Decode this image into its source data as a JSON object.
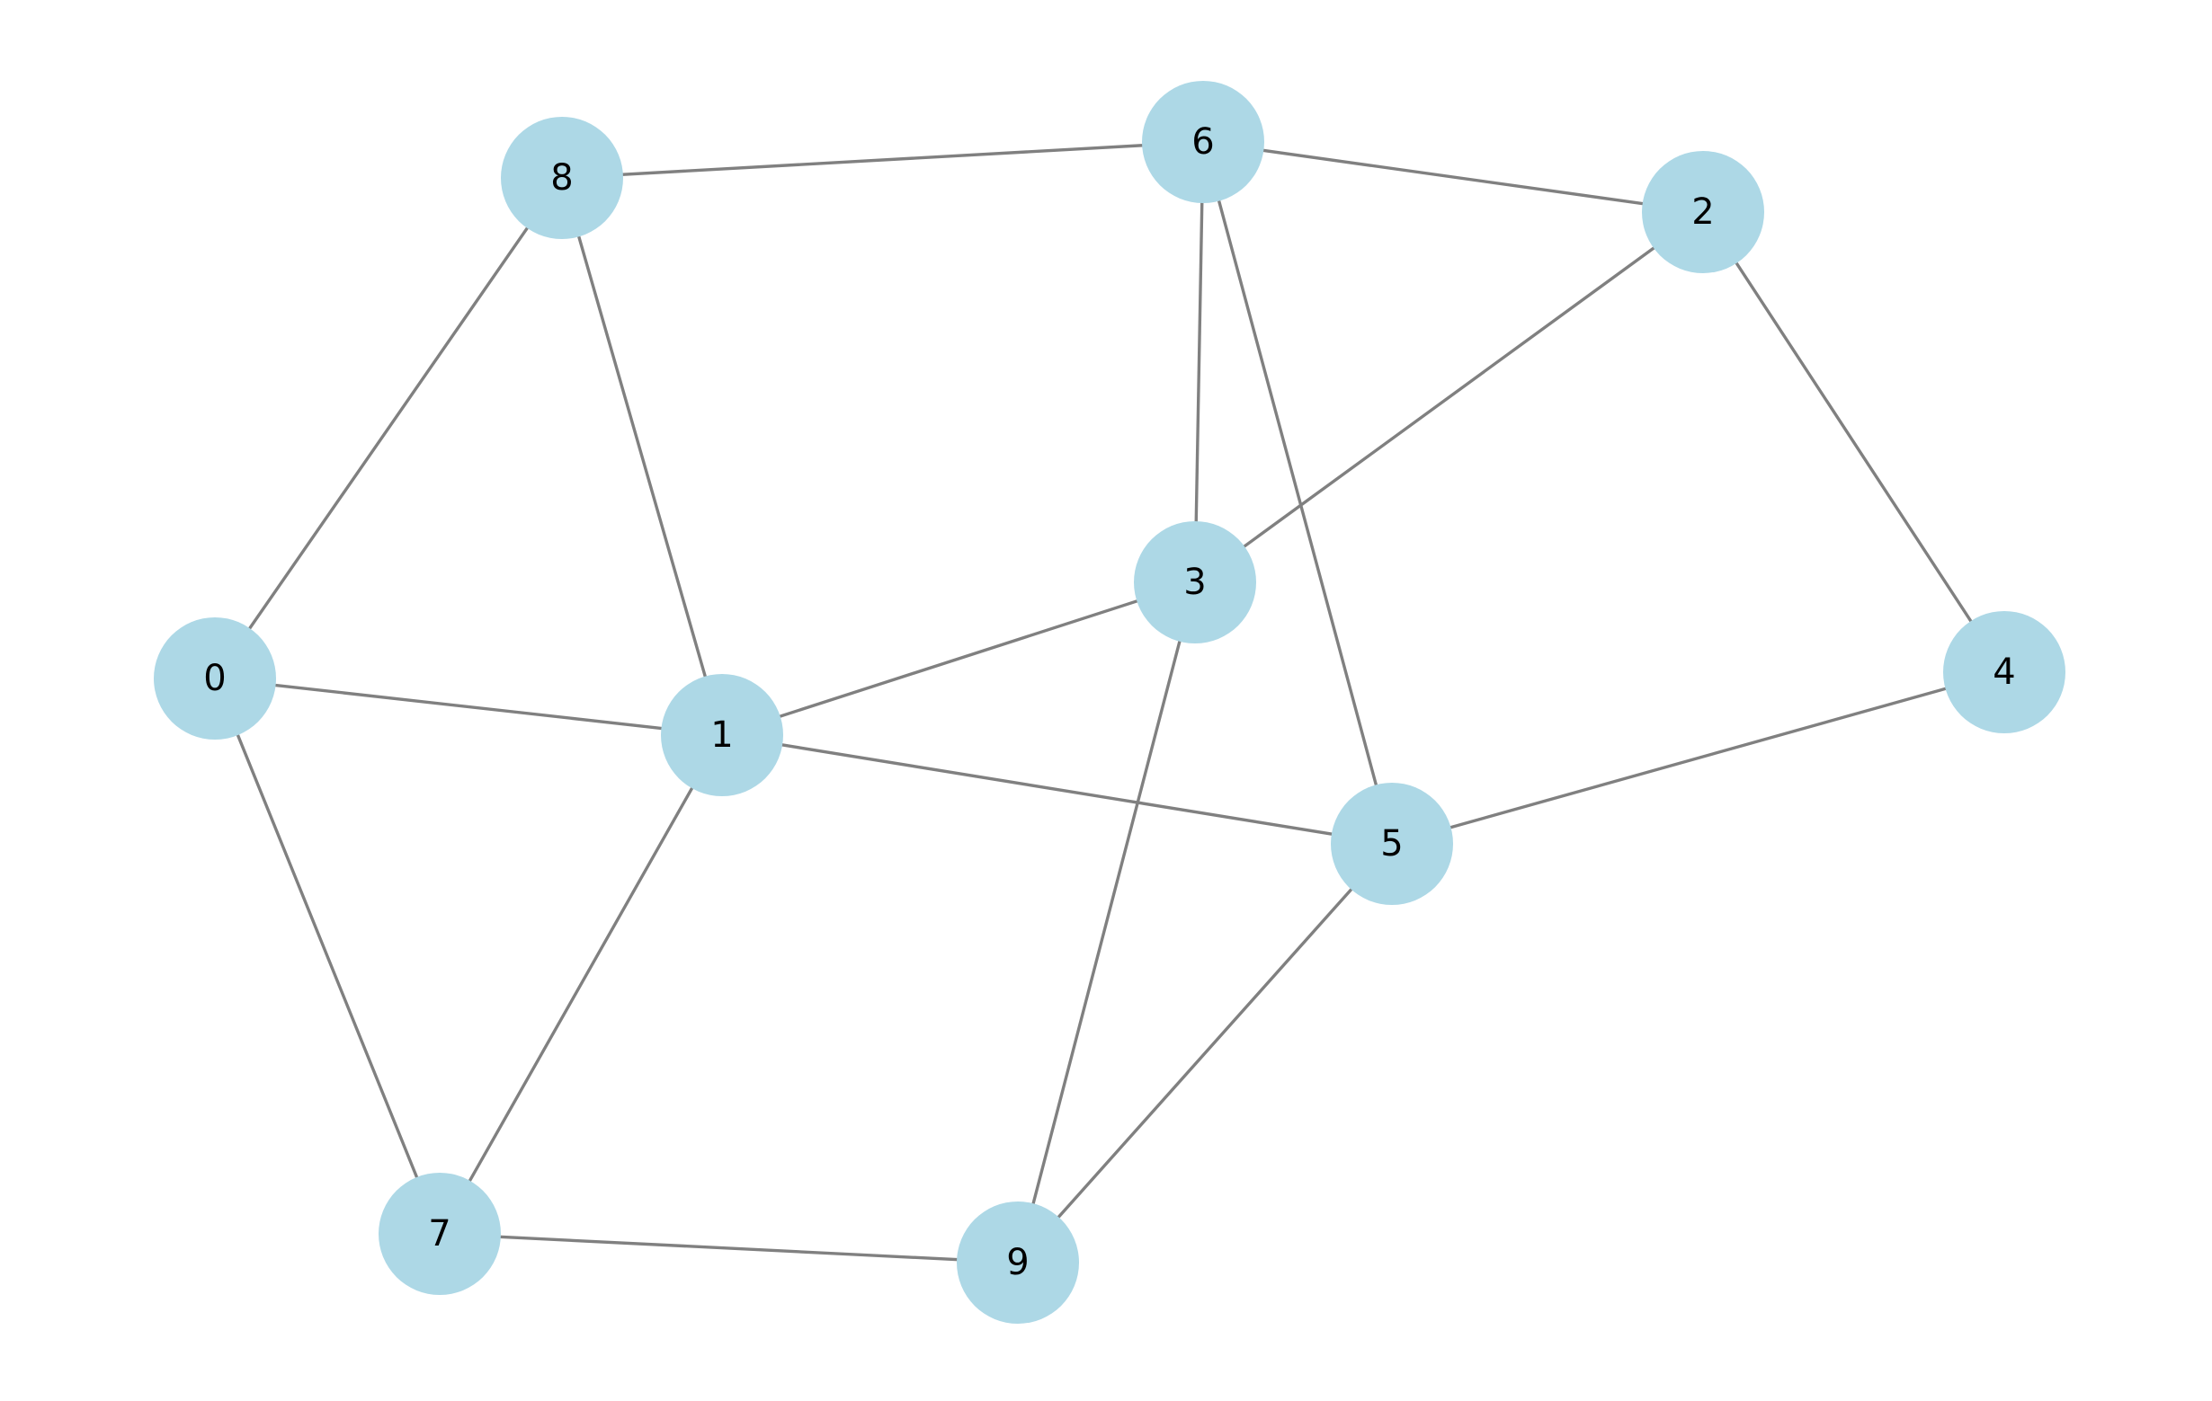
{
  "colors": {
    "node_fill": "#add8e6",
    "edge_stroke": "#808080",
    "label_text": "#000000",
    "background": "#ffffff"
  },
  "graph": {
    "nodes": [
      {
        "id": "0",
        "label": "0"
      },
      {
        "id": "1",
        "label": "1"
      },
      {
        "id": "2",
        "label": "2"
      },
      {
        "id": "3",
        "label": "3"
      },
      {
        "id": "4",
        "label": "4"
      },
      {
        "id": "5",
        "label": "5"
      },
      {
        "id": "6",
        "label": "6"
      },
      {
        "id": "7",
        "label": "7"
      },
      {
        "id": "8",
        "label": "8"
      },
      {
        "id": "9",
        "label": "9"
      }
    ],
    "edges": [
      [
        "8",
        "6"
      ],
      [
        "6",
        "2"
      ],
      [
        "8",
        "0"
      ],
      [
        "8",
        "1"
      ],
      [
        "6",
        "3"
      ],
      [
        "6",
        "5"
      ],
      [
        "2",
        "3"
      ],
      [
        "2",
        "4"
      ],
      [
        "0",
        "1"
      ],
      [
        "0",
        "7"
      ],
      [
        "1",
        "3"
      ],
      [
        "1",
        "5"
      ],
      [
        "1",
        "7"
      ],
      [
        "3",
        "9"
      ],
      [
        "4",
        "5"
      ],
      [
        "5",
        "9"
      ],
      [
        "7",
        "9"
      ]
    ]
  }
}
